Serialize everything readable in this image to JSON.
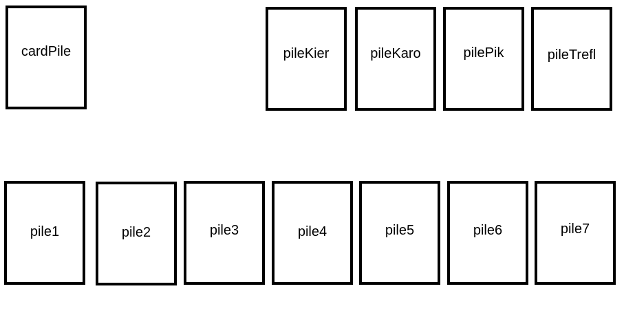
{
  "top_row": {
    "card_pile": "cardPile",
    "foundations": [
      "pileKier",
      "pileKaro",
      "pilePik",
      "pileTrefl"
    ]
  },
  "bottom_row": {
    "piles": [
      "pile1",
      "pile2",
      "pile3",
      "pile4",
      "pile5",
      "pile6",
      "pile7"
    ]
  },
  "colors": {
    "border": "#000000",
    "background": "#ffffff",
    "text": "#000000"
  }
}
